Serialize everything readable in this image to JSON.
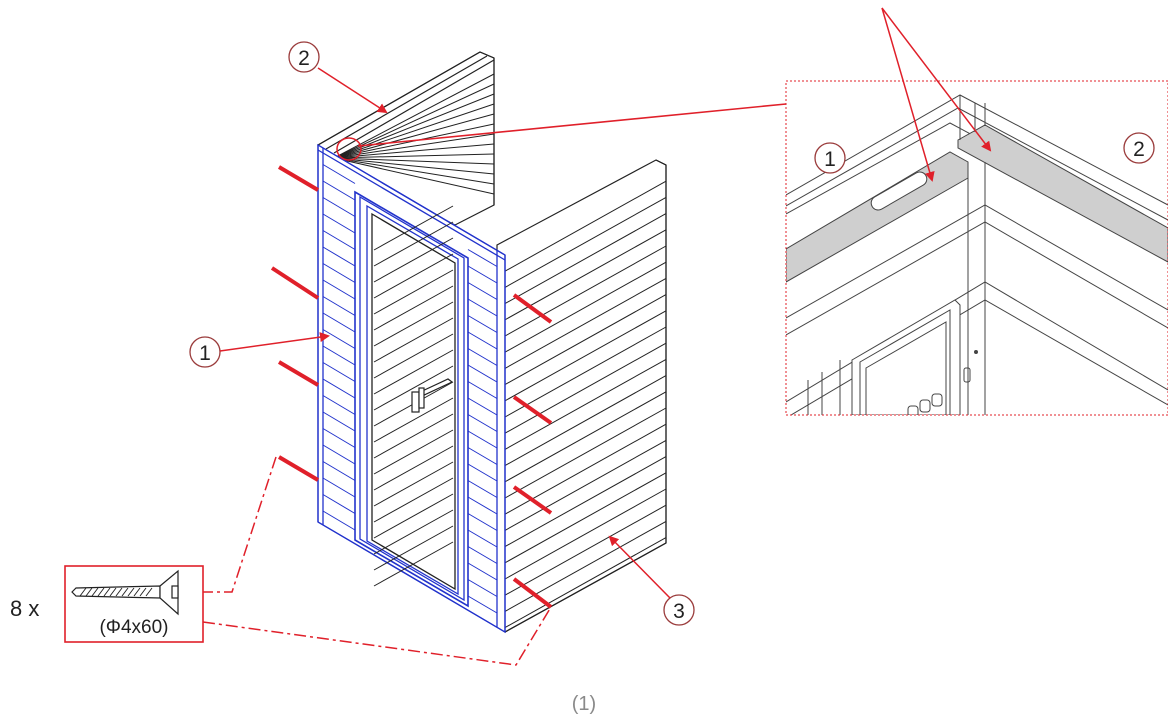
{
  "labels": {
    "part1": "1",
    "part2": "2",
    "part3": "3",
    "detail_part1": "1",
    "detail_part2": "2"
  },
  "screw": {
    "quantity": "8 x",
    "size": "(Φ4x60)"
  },
  "step_label": "(1)",
  "colors": {
    "accent": "#e0202a",
    "panel_blue": "#2233cc",
    "line": "#222222",
    "gasket": "#cfcfcf"
  }
}
